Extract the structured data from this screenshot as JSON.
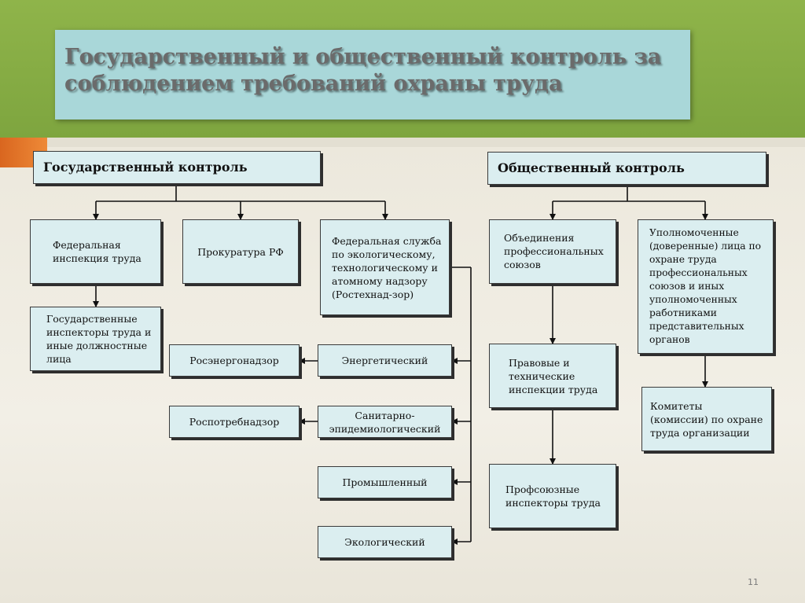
{
  "title": "Государственный и общественный контроль за соблюдением требований охраны труда",
  "state": {
    "header": "Государственный контроль",
    "federal_inspection": "Федеральная инспекция труда",
    "prosecutor": "Прокуратура РФ",
    "rostekhnadzor": "Федеральная служба по экологическому, технологическому и атомному надзору (Ростехнад-зор)",
    "state_inspectors": "Государственные инспекторы труда и иные должностные лица",
    "rosenergonadzor": "Росэнергонадзор",
    "rospotrebnadzor": "Роспотребнадзор",
    "energy": "Энергетический",
    "sanitary": "Санитарно-эпидемиологический",
    "industrial": "Промышленный",
    "ecological": "Экологический"
  },
  "public": {
    "header": "Общественный контроль",
    "unions": "Объединения профессиональных союзов",
    "authorized": "Уполномоченные (доверенные) лица по охране труда профессиональных союзов и иных уполномоченных работниками представительных органов",
    "legal_inspections": "Правовые и технические инспекции труда",
    "committees": "Комитеты (комиссии) по охране труда организации",
    "union_inspectors": "Профсоюзные инспекторы труда"
  },
  "page_number": "11"
}
